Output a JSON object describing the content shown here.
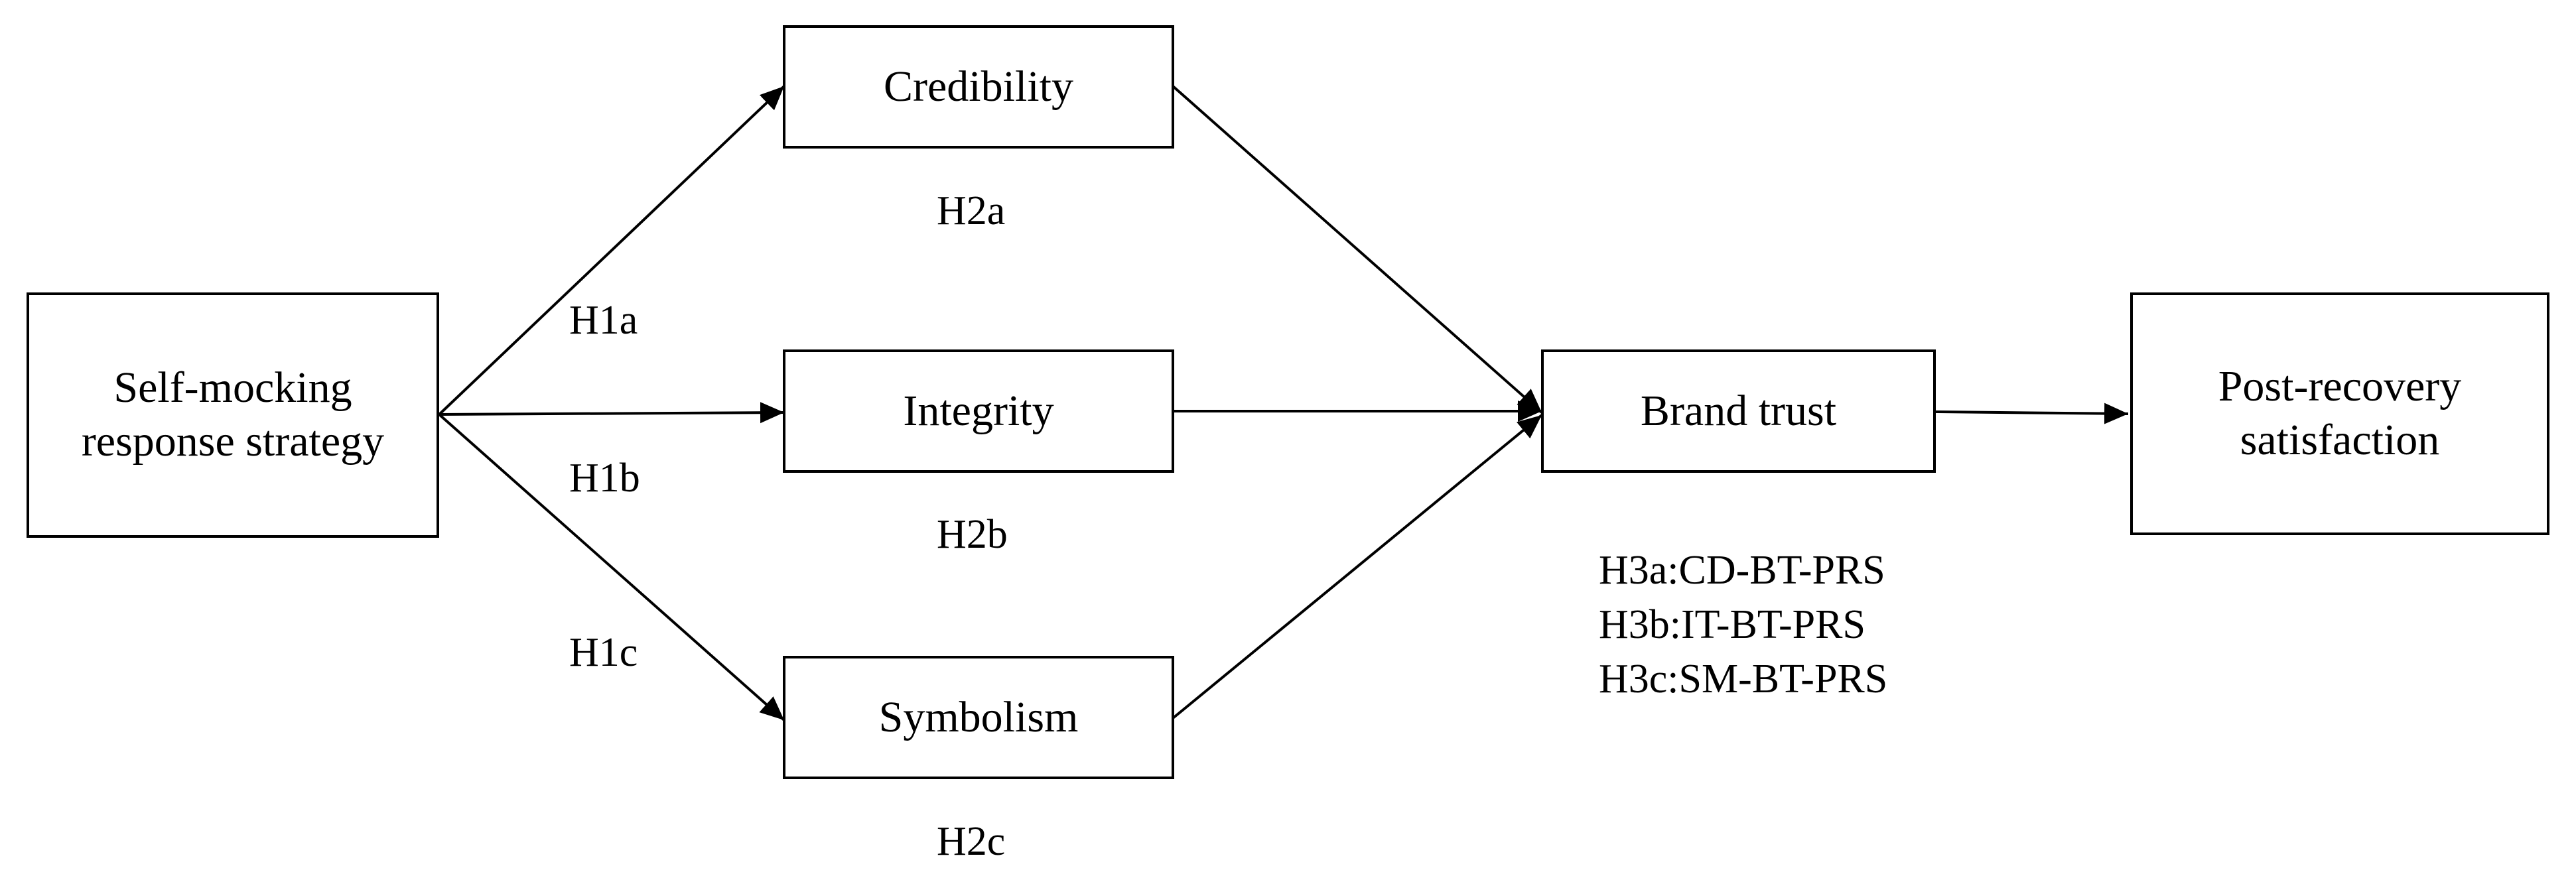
{
  "diagram": {
    "nodes": {
      "self_mocking": "Self-mocking\nresponse strategy",
      "credibility": "Credibility",
      "integrity": "Integrity",
      "symbolism": "Symbolism",
      "brand_trust": "Brand trust",
      "post_recovery": "Post-recovery\nsatisfaction"
    },
    "hypotheses": {
      "h1a": "H1a",
      "h1b": "H1b",
      "h1c": "H1c",
      "h2a": "H2a",
      "h2b": "H2b",
      "h2c": "H2c",
      "h3": [
        "H3a:CD-BT-PRS",
        "H3b:IT-BT-PRS",
        "H3c:SM-BT-PRS"
      ]
    },
    "edges": [
      {
        "from": "self_mocking",
        "to": "credibility"
      },
      {
        "from": "self_mocking",
        "to": "integrity"
      },
      {
        "from": "self_mocking",
        "to": "symbolism"
      },
      {
        "from": "credibility",
        "to": "brand_trust"
      },
      {
        "from": "integrity",
        "to": "brand_trust"
      },
      {
        "from": "symbolism",
        "to": "brand_trust"
      },
      {
        "from": "brand_trust",
        "to": "post_recovery"
      }
    ]
  }
}
